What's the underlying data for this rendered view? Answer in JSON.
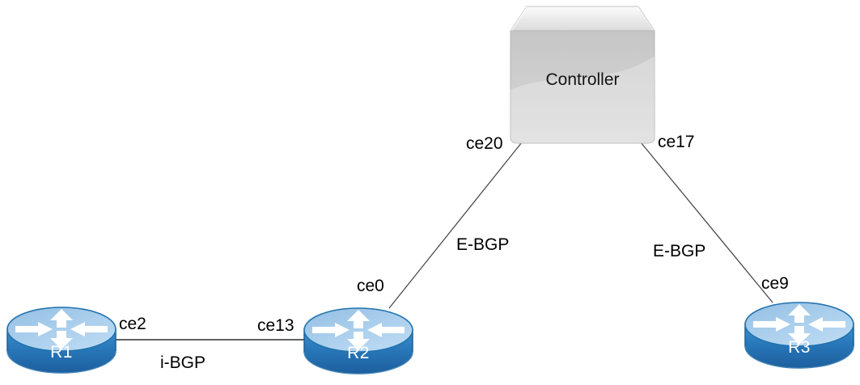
{
  "diagram": {
    "type": "network-topology",
    "nodes": [
      {
        "id": "controller",
        "label": "Controller",
        "shape": "server-box"
      },
      {
        "id": "r1",
        "label": "R1",
        "shape": "router"
      },
      {
        "id": "r2",
        "label": "R2",
        "shape": "router"
      },
      {
        "id": "r3",
        "label": "R3",
        "shape": "router"
      }
    ],
    "links": [
      {
        "from": "r1",
        "to": "r2",
        "protocol": "i-BGP",
        "from_interface": "ce2",
        "to_interface": "ce13"
      },
      {
        "from": "controller",
        "to": "r2",
        "protocol": "E-BGP",
        "from_interface": "ce20",
        "to_interface": "ce0"
      },
      {
        "from": "controller",
        "to": "r3",
        "protocol": "E-BGP",
        "from_interface": "ce17",
        "to_interface": "ce9"
      }
    ],
    "colors": {
      "background": "#FFFFFF",
      "link_line": "#4A4A4A",
      "label_text": "#000000",
      "router_top_fill": "#A6CBEA",
      "router_body_fill": "#2877B9",
      "router_outline": "#2272AE",
      "router_label_text": "#FFFFFF",
      "controller_top_fill": "#EFEFEF",
      "controller_front_fill": "#D0D0D0",
      "controller_outline": "#BDBDBD"
    }
  }
}
